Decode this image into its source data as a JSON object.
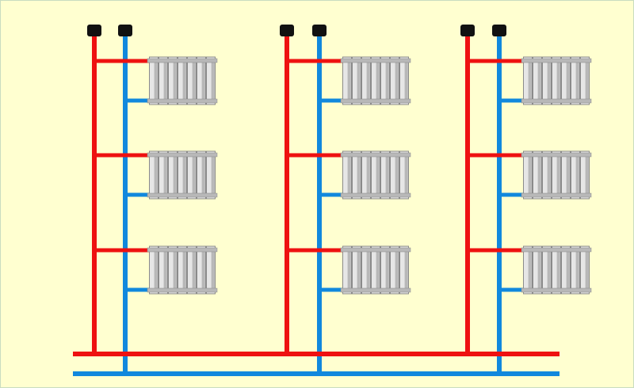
{
  "diagram": {
    "type": "two-pipe vertical heating system",
    "risers": 3,
    "radiators_per_riser": 3,
    "radiator_sections": 7,
    "colors": {
      "background": "#ffffd0",
      "supply": "#ee1111",
      "return": "#1188dd",
      "valve": "#111111",
      "radiator_light": "#e6e6e6",
      "radiator_mid": "#b8b8b8",
      "radiator_dark": "#8a8a8a"
    },
    "icons": {
      "valve": "air-vent-valve-icon",
      "radiator": "radiator-icon"
    }
  }
}
